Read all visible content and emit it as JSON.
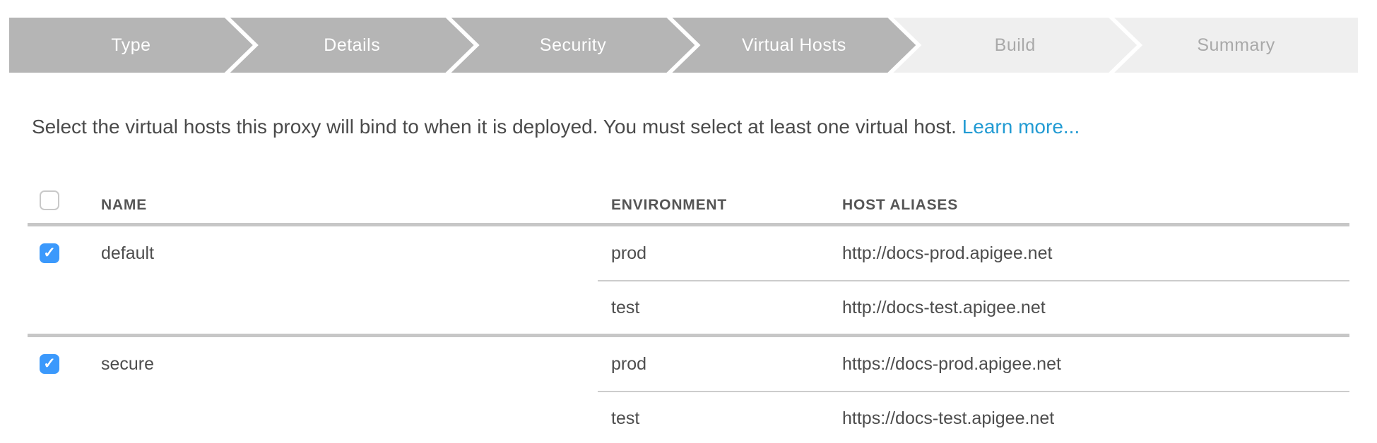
{
  "stepper": {
    "steps": [
      {
        "label": "Type",
        "state": "done"
      },
      {
        "label": "Details",
        "state": "done"
      },
      {
        "label": "Security",
        "state": "done"
      },
      {
        "label": "Virtual Hosts",
        "state": "done"
      },
      {
        "label": "Build",
        "state": "todo"
      },
      {
        "label": "Summary",
        "state": "todo"
      }
    ]
  },
  "description": {
    "text": "Select the virtual hosts this proxy will bind to when it is deployed. You must select at least one virtual host.",
    "link_label": "Learn more..."
  },
  "table": {
    "headers": {
      "name": "NAME",
      "environment": "ENVIRONMENT",
      "host_aliases": "HOST ALIASES"
    },
    "select_all_checked": false,
    "rows": [
      {
        "name": "default",
        "checked": true,
        "entries": [
          {
            "environment": "prod",
            "host_alias": "http://docs-prod.apigee.net"
          },
          {
            "environment": "test",
            "host_alias": "http://docs-test.apigee.net"
          }
        ]
      },
      {
        "name": "secure",
        "checked": true,
        "entries": [
          {
            "environment": "prod",
            "host_alias": "https://docs-prod.apigee.net"
          },
          {
            "environment": "test",
            "host_alias": "https://docs-test.apigee.net"
          }
        ]
      }
    ]
  },
  "colors": {
    "step_active_bg": "#b5b5b5",
    "step_inactive_bg": "#efefef",
    "link_blue": "#229bd3",
    "checkbox_blue": "#3b99fc"
  }
}
